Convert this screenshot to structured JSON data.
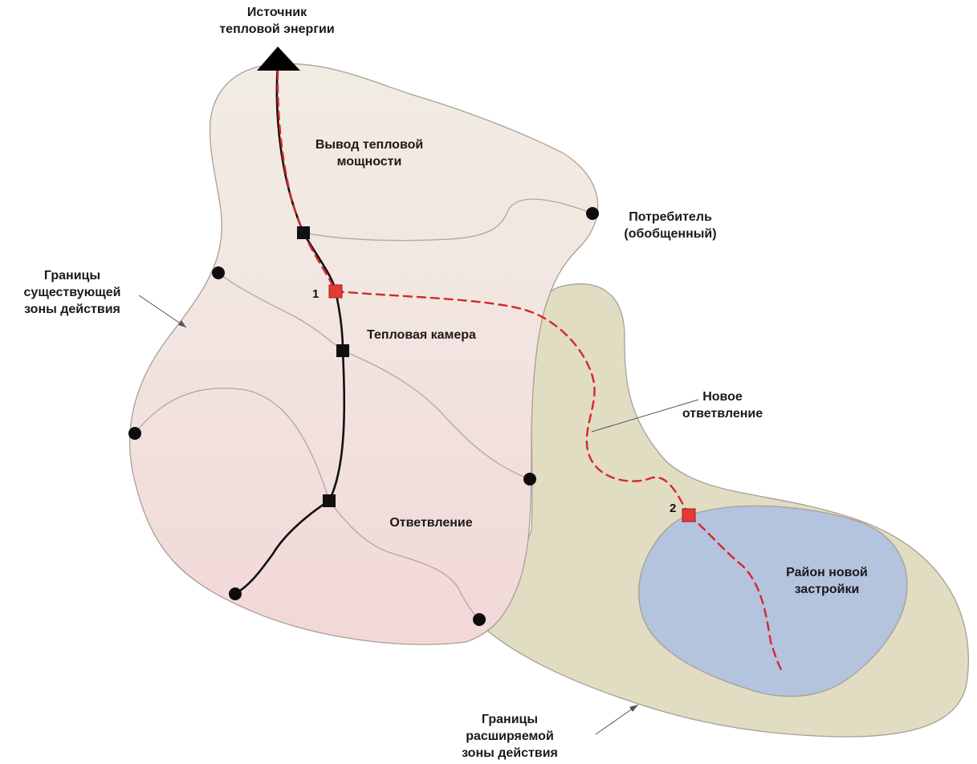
{
  "labels": {
    "source": [
      "Источник",
      "тепловой энергии"
    ],
    "heat_output": [
      "Вывод тепловой",
      "мощности"
    ],
    "consumer": [
      "Потребитель",
      "(обобщенный)"
    ],
    "existing_zone_bounds": [
      "Границы",
      "существующей",
      "зоны действия"
    ],
    "heat_chamber": "Тепловая камера",
    "new_branch": [
      "Новое",
      "ответвление"
    ],
    "branch": "Ответвление",
    "new_district": [
      "Район новой",
      "застройки"
    ],
    "expanded_zone_bounds": [
      "Границы",
      "расширяемой",
      "зоны действия"
    ],
    "node_1": "1",
    "node_2": "2"
  },
  "colors": {
    "existing_zone_upper": "#f1ece3",
    "existing_zone_lower": "#f2dcdc",
    "expanded_zone": "#e0ddc2",
    "new_district": "#b4c3de",
    "outline": "#a89f96",
    "network": "#111111",
    "new_pipe": "#d6282b",
    "new_node": "#e23b36"
  },
  "icons": {
    "source": "triangle-icon",
    "heat_chamber": "square-icon",
    "consumer": "circle-icon",
    "new_node": "red-square-icon"
  }
}
